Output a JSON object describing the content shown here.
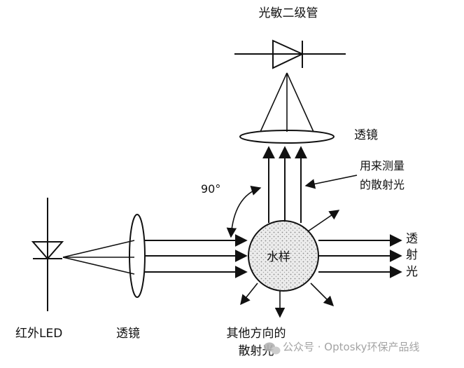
{
  "labels": {
    "photodiode": "光敏二级管",
    "lens_top": "透镜",
    "scattered_measure_line1": "用来测量",
    "scattered_measure_line2": "的散射光",
    "angle": "90°",
    "sample": "水样",
    "transmitted_1": "透",
    "transmitted_2": "射",
    "transmitted_3": "光",
    "led": "红外LED",
    "lens_left": "透镜",
    "other_scatter_line1": "其他方向的",
    "other_scatter_line2": "散射光"
  },
  "watermark": {
    "icon": "wechat-icon",
    "text": "公众号 · Optosky环保产品线"
  },
  "colors": {
    "line": "#111111",
    "sample_fill": "#e6e6e6",
    "watermark": "#9a9a9a"
  }
}
